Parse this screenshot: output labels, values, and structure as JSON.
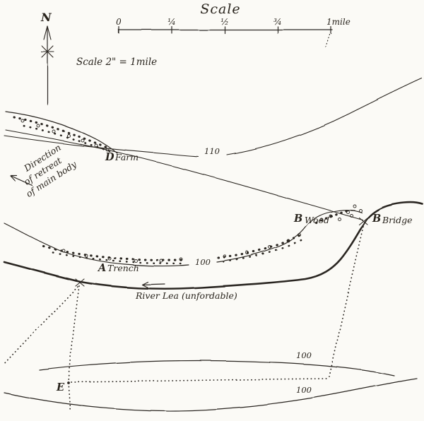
{
  "scale": {
    "title": "Scale",
    "note": "Scale 2\" = 1mile",
    "ticks": [
      {
        "label": "0"
      },
      {
        "label": "¼"
      },
      {
        "label": "½"
      },
      {
        "label": "¾"
      },
      {
        "label": "1mile"
      }
    ]
  },
  "compass": {
    "north": "N"
  },
  "contours": {
    "c110": "110",
    "c100_mid": "100",
    "c100_hill_upper": "100",
    "c100_hill_lower": "100"
  },
  "features": {
    "farm_initial": "D",
    "farm": "Farm",
    "wood_initial": "B",
    "wood": "Wood",
    "bridge_initial": "B",
    "bridge": "Bridge",
    "trench_initial": "A",
    "trench": "Trench",
    "river": "River Lea (unfordable)",
    "hill_point": "E"
  },
  "retreat": {
    "line1": "Direction",
    "line2": "of retreat",
    "line3": "of main body"
  },
  "colors": {
    "ink": "#2b2620",
    "paper": "#fbfaf6"
  }
}
